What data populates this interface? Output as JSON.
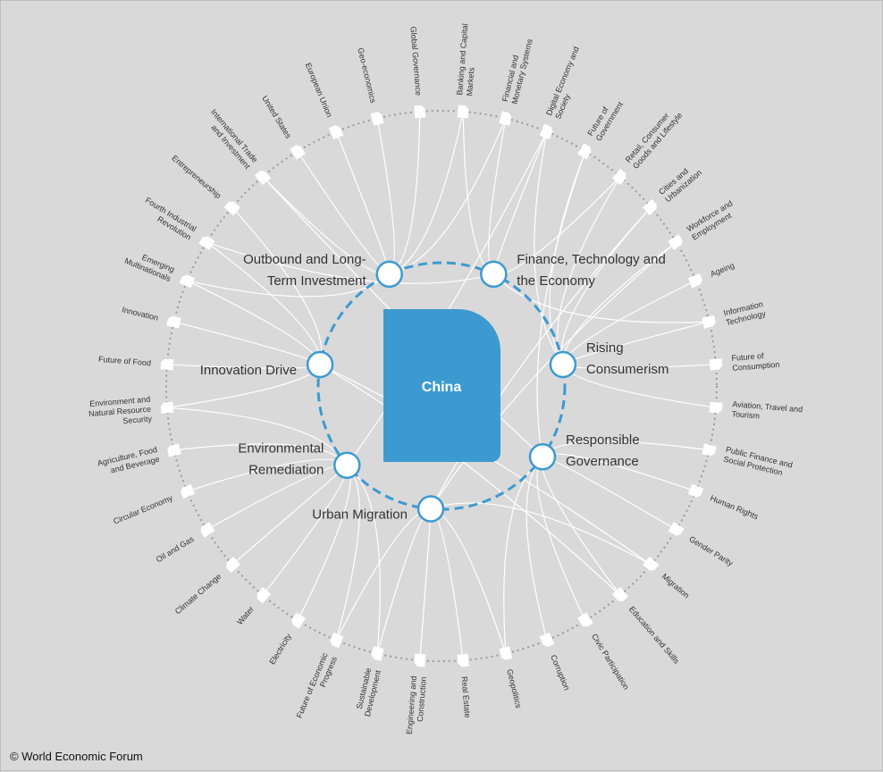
{
  "center": {
    "label": "China",
    "color": "#3d9ad0"
  },
  "colors": {
    "background": "#d9d9d9",
    "accent": "#3d9ad0",
    "link": "#ffffff",
    "node": "#ffffff",
    "outer_ring": "#9b9b9b",
    "text": "#333333"
  },
  "key_issues": [
    {
      "id": 0,
      "lines": [
        "Outbound and Long-",
        "Term Investment"
      ]
    },
    {
      "id": 1,
      "lines": [
        "Finance, Technology and",
        "the Economy"
      ]
    },
    {
      "id": 2,
      "lines": [
        "Rising",
        "Consumerism"
      ]
    },
    {
      "id": 3,
      "lines": [
        "Responsible",
        "Governance"
      ]
    },
    {
      "id": 4,
      "lines": [
        "Urban Migration"
      ]
    },
    {
      "id": 5,
      "lines": [
        "Environmental",
        "Remediation"
      ]
    },
    {
      "id": 6,
      "lines": [
        "Innovation Drive"
      ]
    }
  ],
  "related_topics": [
    {
      "lines": [
        "Global Governance"
      ],
      "links": [
        0
      ]
    },
    {
      "lines": [
        "Banking and Capital",
        "Markets"
      ],
      "links": [
        0,
        1
      ]
    },
    {
      "lines": [
        "Financial and",
        "Monetary Systems"
      ],
      "links": [
        1,
        0
      ]
    },
    {
      "lines": [
        "Digital Economy and",
        "Society"
      ],
      "links": [
        1,
        2,
        5
      ]
    },
    {
      "lines": [
        "Future of",
        "Government"
      ],
      "links": [
        3,
        2
      ]
    },
    {
      "lines": [
        "Retail, Consumer",
        "Goods and Lifestyle"
      ],
      "links": [
        2,
        1
      ]
    },
    {
      "lines": [
        "Cities and",
        "Urbanization"
      ],
      "links": [
        4,
        2
      ]
    },
    {
      "lines": [
        "Workforce and",
        "Employment"
      ],
      "links": [
        2,
        4
      ]
    },
    {
      "lines": [
        "Ageing"
      ],
      "links": [
        2
      ]
    },
    {
      "lines": [
        "Information",
        "Technology"
      ],
      "links": [
        1,
        2
      ]
    },
    {
      "lines": [
        "Future of",
        "Consumption"
      ],
      "links": [
        2
      ]
    },
    {
      "lines": [
        "Aviation, Travel and",
        "Tourism"
      ],
      "links": [
        2
      ]
    },
    {
      "lines": [
        "Public Finance and",
        "Social Protection"
      ],
      "links": [
        3
      ]
    },
    {
      "lines": [
        "Human Rights"
      ],
      "links": [
        3
      ]
    },
    {
      "lines": [
        "Gender Parity"
      ],
      "links": [
        3
      ]
    },
    {
      "lines": [
        "Migration"
      ],
      "links": [
        4,
        6
      ]
    },
    {
      "lines": [
        "Education and Skills"
      ],
      "links": [
        3,
        6
      ]
    },
    {
      "lines": [
        "Civic Participation"
      ],
      "links": [
        3
      ]
    },
    {
      "lines": [
        "Corruption"
      ],
      "links": [
        3
      ]
    },
    {
      "lines": [
        "Geopolitics"
      ],
      "links": [
        3,
        4
      ]
    },
    {
      "lines": [
        "Real Estate"
      ],
      "links": [
        4
      ]
    },
    {
      "lines": [
        "Engineering and",
        "Construction"
      ],
      "links": [
        4
      ]
    },
    {
      "lines": [
        "Sustainable",
        "Development"
      ],
      "links": [
        4,
        5
      ]
    },
    {
      "lines": [
        "Future of Economic",
        "Progress"
      ],
      "links": [
        4,
        5
      ]
    },
    {
      "lines": [
        "Electricity"
      ],
      "links": [
        5
      ]
    },
    {
      "lines": [
        "Water"
      ],
      "links": [
        5
      ]
    },
    {
      "lines": [
        "Climate Change"
      ],
      "links": [
        5
      ]
    },
    {
      "lines": [
        "Oil and Gas"
      ],
      "links": [
        5
      ]
    },
    {
      "lines": [
        "Circular Economy"
      ],
      "links": [
        5
      ]
    },
    {
      "lines": [
        "Agriculture, Food",
        "and Beverage"
      ],
      "links": [
        5
      ]
    },
    {
      "lines": [
        "Environment and",
        "Natural Resource",
        "Security"
      ],
      "links": [
        5,
        6
      ]
    },
    {
      "lines": [
        "Future of Food"
      ],
      "links": [
        6
      ]
    },
    {
      "lines": [
        "Innovation"
      ],
      "links": [
        6
      ]
    },
    {
      "lines": [
        "Emerging",
        "Multinationals"
      ],
      "links": [
        0,
        6
      ]
    },
    {
      "lines": [
        "Fourth Industrial",
        "Revolution"
      ],
      "links": [
        6,
        1
      ]
    },
    {
      "lines": [
        "Entrepreneurship"
      ],
      "links": [
        6
      ]
    },
    {
      "lines": [
        "International Trade",
        "and Investment"
      ],
      "links": [
        0,
        3
      ]
    },
    {
      "lines": [
        "United States"
      ],
      "links": [
        0
      ]
    },
    {
      "lines": [
        "European Union"
      ],
      "links": [
        0
      ]
    },
    {
      "lines": [
        "Geo-economics"
      ],
      "links": [
        0
      ]
    }
  ],
  "footer": {
    "copyright": "© World Economic Forum"
  }
}
